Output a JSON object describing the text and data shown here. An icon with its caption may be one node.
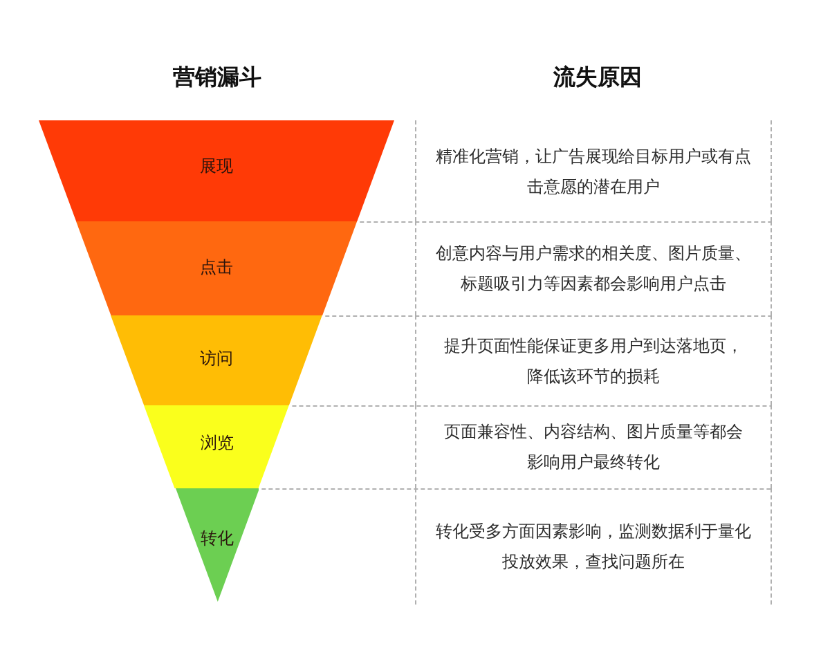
{
  "diagram": {
    "nodes": [
      {
        "text": [
          "展现"
        ]
      },
      {
        "text": [
          "点击"
        ]
      },
      {
        "text": [
          "访问"
        ]
      },
      {
        "text": [
          "浏览"
        ]
      },
      {
        "text": [
          "转化"
        ]
      },
      {
        "text": [
          "精准化营销，让广告展现给目标用户或有点击意愿的潜在用户"
        ]
      },
      {
        "text": [
          "创意内容与用户需求的相关度、图片质量、标题吸引力等因素都会影响用户点击"
        ]
      },
      {
        "text": [
          "提升页面性能保证更多用户到达落地页，降低该环节的损耗"
        ]
      },
      {
        "text": [
          "页面兼容性、内容结构、图片质量等都会影响用户最终转化"
        ]
      },
      {
        "text": [
          "转化受多方面因素影响，监测数据利于量化投放效果，查找问题所在"
        ]
      }
    ],
    "labels": [
      "营销漏斗",
      "流失原因"
    ]
  }
}
